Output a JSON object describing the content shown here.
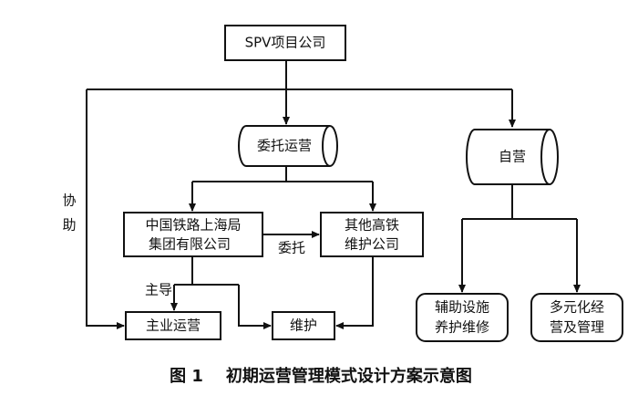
{
  "nodes": {
    "spv": "SPV项目公司",
    "weituo_yunying": "委托运营",
    "ziying": "自营",
    "china_rail_line1": "中国铁路上海局",
    "china_rail_line2": "集团有限公司",
    "other_hsr_line1": "其他高铁",
    "other_hsr_line2": "维护公司",
    "main_ops": "主业运营",
    "maintenance": "维护",
    "aux_line1": "辅助设施",
    "aux_line2": "养护维修",
    "diverse_line1": "多元化经",
    "diverse_line2": "营及管理"
  },
  "edge_labels": {
    "xiezhu_1": "协",
    "xiezhu_2": "助",
    "weituo": "委托",
    "zhudao": "主导"
  },
  "caption": "图 1    初期运营管理模式设计方案示意图",
  "colors": {
    "stroke": "#111111",
    "background": "#ffffff"
  }
}
